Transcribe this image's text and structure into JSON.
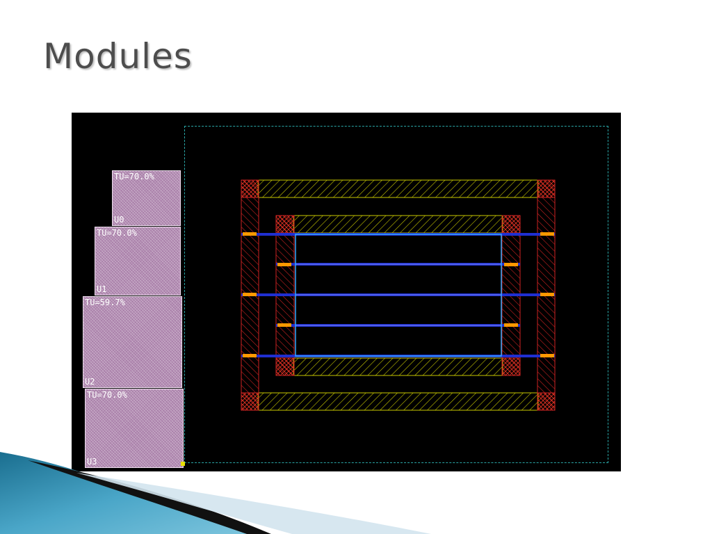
{
  "slide": {
    "title": "Modules"
  },
  "modules": [
    {
      "utilization": "TU=70.0%",
      "name": "U0"
    },
    {
      "utilization": "TU=70.0%",
      "name": "U1"
    },
    {
      "utilization": "TU=59.7%",
      "name": "U2"
    },
    {
      "utilization": "TU=70.0%",
      "name": "U3"
    }
  ],
  "colors": {
    "canvas": "#000000",
    "module_fill": "#a97fa9",
    "die_boundary": "#2aa7a7",
    "ring_outline": "#cc2222",
    "ring_horizontal": "#c8c800",
    "stripe": "#2233dd",
    "core_outline": "#33aaff",
    "title_text": "#4d4d4d"
  },
  "icons": {
    "power_pad": "pad-icon"
  }
}
